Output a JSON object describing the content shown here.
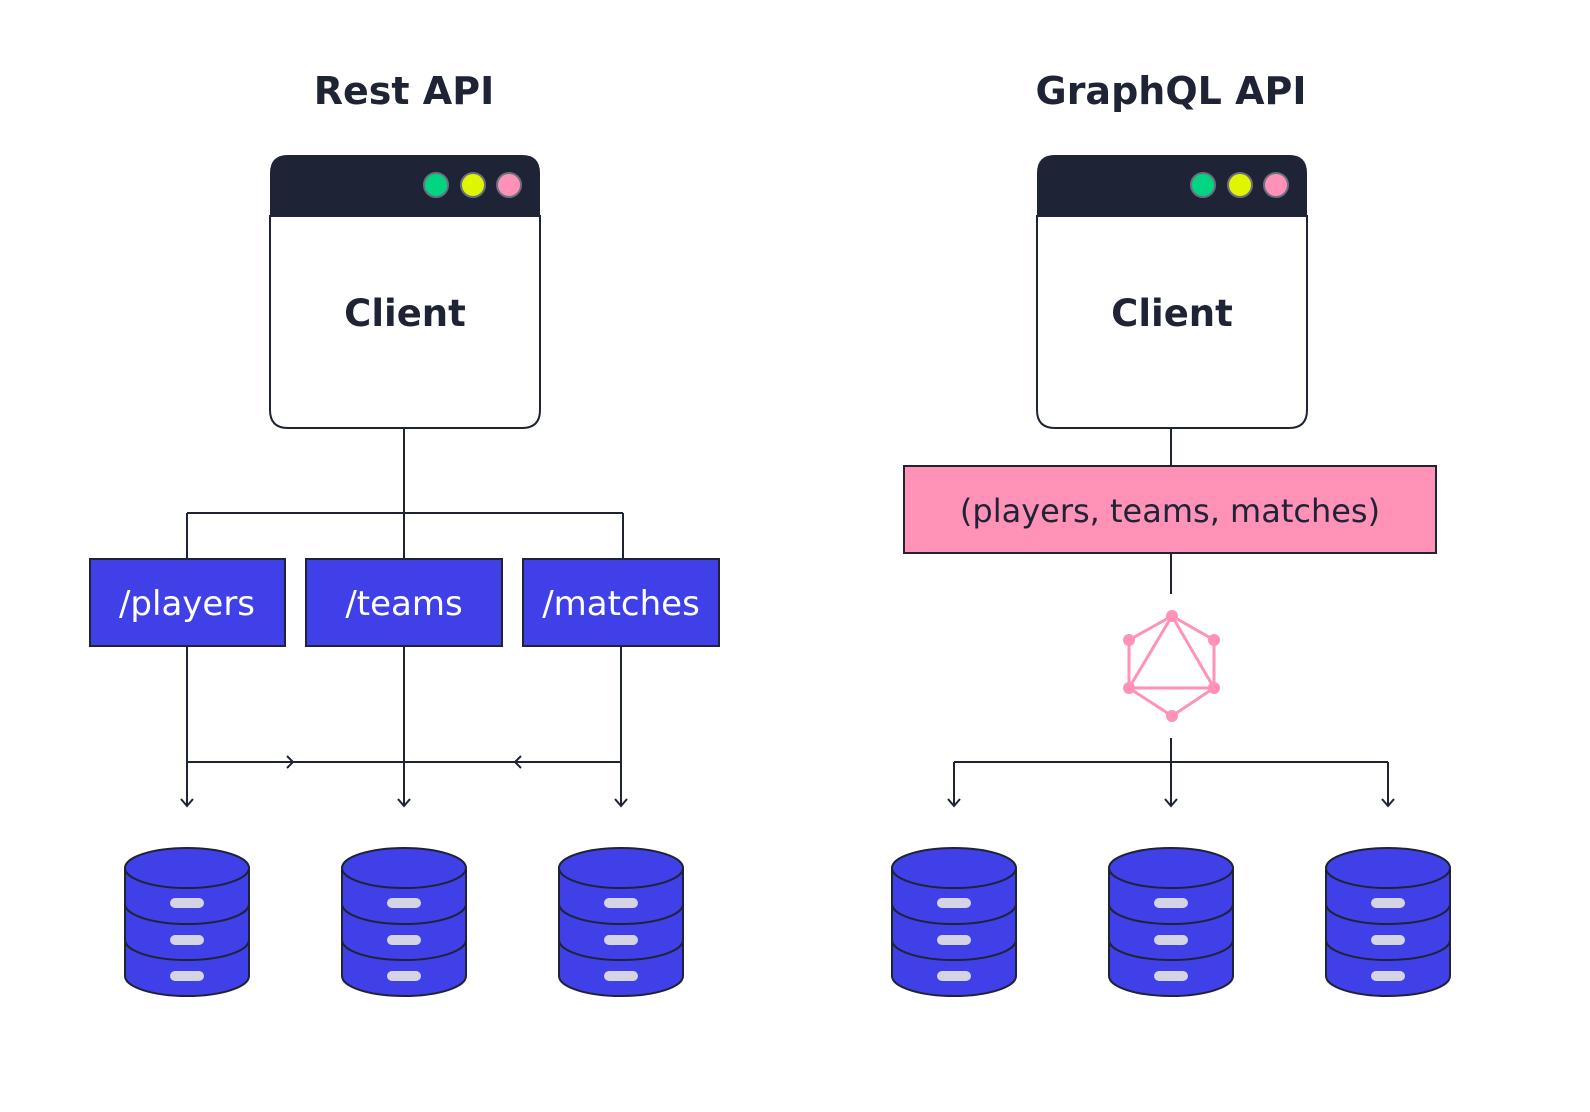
{
  "colors": {
    "ink": "#1e2435",
    "endpoint_fill": "#4040e8",
    "query_fill": "#ff92b6",
    "graphql_logo": "#ff92b6",
    "database_fill": "#4040e8",
    "database_slot": "#d4d4e4",
    "dot_green": "#00d681",
    "dot_yellow": "#e0f600",
    "dot_pink": "#ff92b6"
  },
  "rest": {
    "title": "Rest API",
    "client_label": "Client",
    "endpoints": [
      {
        "label": "/players"
      },
      {
        "label": "/teams"
      },
      {
        "label": "/matches"
      }
    ],
    "databases": [
      {
        "icon": "database-icon"
      },
      {
        "icon": "database-icon"
      },
      {
        "icon": "database-icon"
      }
    ]
  },
  "graphql": {
    "title": "GraphQL API",
    "client_label": "Client",
    "query_label": "(players, teams, matches)",
    "logo_icon": "graphql-logo-icon",
    "databases": [
      {
        "icon": "database-icon"
      },
      {
        "icon": "database-icon"
      },
      {
        "icon": "database-icon"
      }
    ]
  },
  "window_icons": [
    "window-dot-green-icon",
    "window-dot-yellow-icon",
    "window-dot-pink-icon"
  ]
}
